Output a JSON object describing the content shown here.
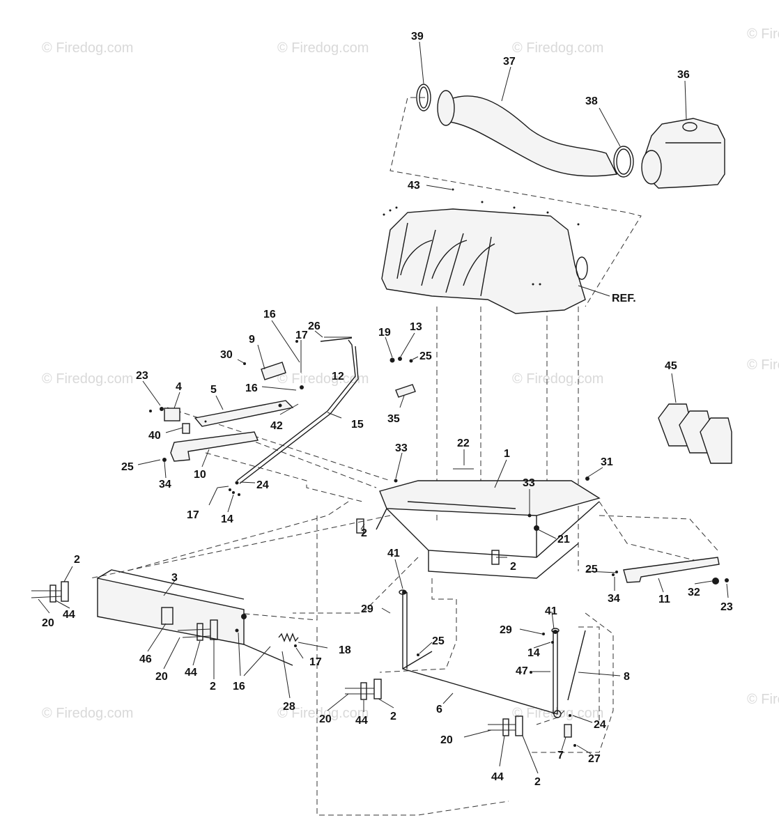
{
  "watermark": "© Firedog.com",
  "callouts": [
    {
      "id": "c39",
      "text": "39"
    },
    {
      "id": "c37",
      "text": "37"
    },
    {
      "id": "c36",
      "text": "36"
    },
    {
      "id": "c38",
      "text": "38"
    },
    {
      "id": "c43",
      "text": "43"
    },
    {
      "id": "cref",
      "text": "REF."
    },
    {
      "id": "c16a",
      "text": "16"
    },
    {
      "id": "c26",
      "text": "26"
    },
    {
      "id": "c19",
      "text": "19"
    },
    {
      "id": "c13",
      "text": "13"
    },
    {
      "id": "c17a",
      "text": "17"
    },
    {
      "id": "c9",
      "text": "9"
    },
    {
      "id": "c30",
      "text": "30"
    },
    {
      "id": "c25a",
      "text": "25"
    },
    {
      "id": "c12",
      "text": "12"
    },
    {
      "id": "c23a",
      "text": "23"
    },
    {
      "id": "c4",
      "text": "4"
    },
    {
      "id": "c5",
      "text": "5"
    },
    {
      "id": "c16b",
      "text": "16"
    },
    {
      "id": "c35",
      "text": "35"
    },
    {
      "id": "c42",
      "text": "42"
    },
    {
      "id": "c15",
      "text": "15"
    },
    {
      "id": "c40",
      "text": "40"
    },
    {
      "id": "c45",
      "text": "45"
    },
    {
      "id": "c25b",
      "text": "25"
    },
    {
      "id": "c34a",
      "text": "34"
    },
    {
      "id": "c10",
      "text": "10"
    },
    {
      "id": "c24a",
      "text": "24"
    },
    {
      "id": "c33a",
      "text": "33"
    },
    {
      "id": "c22",
      "text": "22"
    },
    {
      "id": "c1",
      "text": "1"
    },
    {
      "id": "c31",
      "text": "31"
    },
    {
      "id": "c33b",
      "text": "33"
    },
    {
      "id": "c17b",
      "text": "17"
    },
    {
      "id": "c14a",
      "text": "14"
    },
    {
      "id": "c2a",
      "text": "2"
    },
    {
      "id": "c21",
      "text": "21"
    },
    {
      "id": "c2b",
      "text": "2"
    },
    {
      "id": "c2c",
      "text": "2"
    },
    {
      "id": "c3",
      "text": "3"
    },
    {
      "id": "c41a",
      "text": "41"
    },
    {
      "id": "c25c",
      "text": "25"
    },
    {
      "id": "c34b",
      "text": "34"
    },
    {
      "id": "c11",
      "text": "11"
    },
    {
      "id": "c32",
      "text": "32"
    },
    {
      "id": "c23b",
      "text": "23"
    },
    {
      "id": "c20a",
      "text": "20"
    },
    {
      "id": "c44a",
      "text": "44"
    },
    {
      "id": "c29a",
      "text": "29"
    },
    {
      "id": "c41b",
      "text": "41"
    },
    {
      "id": "c29b",
      "text": "29"
    },
    {
      "id": "c14b",
      "text": "14"
    },
    {
      "id": "c25d",
      "text": "25"
    },
    {
      "id": "c18",
      "text": "18"
    },
    {
      "id": "c17c",
      "text": "17"
    },
    {
      "id": "c46",
      "text": "46"
    },
    {
      "id": "c20b",
      "text": "20"
    },
    {
      "id": "c44b",
      "text": "44"
    },
    {
      "id": "c2d",
      "text": "2"
    },
    {
      "id": "c16c",
      "text": "16"
    },
    {
      "id": "c47",
      "text": "47"
    },
    {
      "id": "c8",
      "text": "8"
    },
    {
      "id": "c28",
      "text": "28"
    },
    {
      "id": "c6",
      "text": "6"
    },
    {
      "id": "c20c",
      "text": "20"
    },
    {
      "id": "c44c",
      "text": "44"
    },
    {
      "id": "c2e",
      "text": "2"
    },
    {
      "id": "c24b",
      "text": "24"
    },
    {
      "id": "c20d",
      "text": "20"
    },
    {
      "id": "c7",
      "text": "7"
    },
    {
      "id": "c27",
      "text": "27"
    },
    {
      "id": "c44d",
      "text": "44"
    },
    {
      "id": "c2f",
      "text": "2"
    }
  ]
}
